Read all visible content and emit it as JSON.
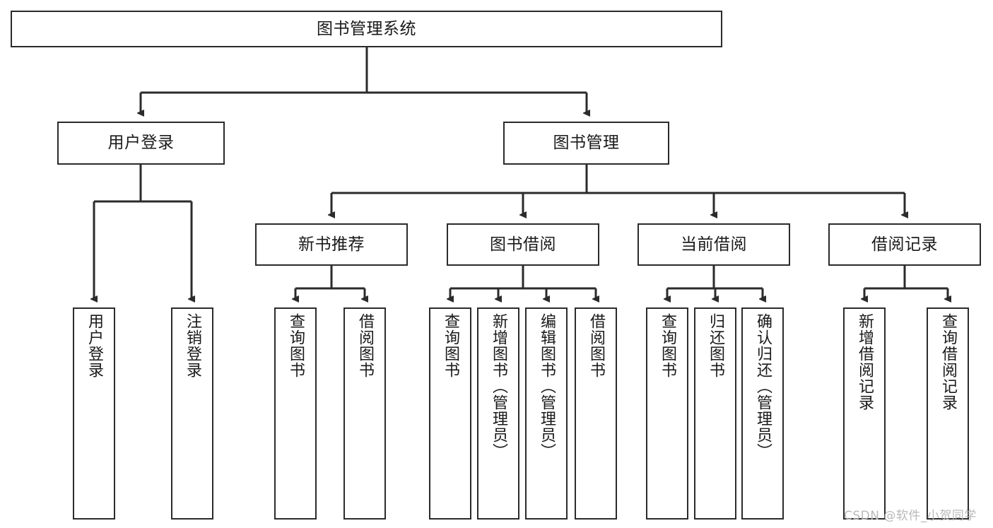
{
  "diagram": {
    "type": "tree-hierarchy-function-decomposition",
    "background_color": "#ffffff",
    "line_color": "#2b2b2b",
    "text_color": "#1a1a1a",
    "root": {
      "label": "图书管理系统"
    },
    "level2": [
      {
        "label": "用户登录"
      },
      {
        "label": "图书管理"
      }
    ],
    "level3": [
      {
        "label": "新书推荐"
      },
      {
        "label": "图书借阅"
      },
      {
        "label": "当前借阅"
      },
      {
        "label": "借阅记录"
      }
    ],
    "leaves": {
      "user_login": [
        {
          "label": "用户登录"
        },
        {
          "label": "注销登录"
        }
      ],
      "new_book_recommend": [
        {
          "label": "查询图书"
        },
        {
          "label": "借阅图书"
        }
      ],
      "book_borrow": [
        {
          "label": "查询图书"
        },
        {
          "label": "新增图书（管理员）"
        },
        {
          "label": "编辑图书（管理员）"
        },
        {
          "label": "借阅图书"
        }
      ],
      "current_borrow": [
        {
          "label": "查询图书"
        },
        {
          "label": "归还图书"
        },
        {
          "label": "确认归还（管理员）"
        }
      ],
      "borrow_record": [
        {
          "label": "新增借阅记录"
        },
        {
          "label": "查询借阅记录"
        }
      ]
    }
  },
  "watermark": {
    "text": "CSDN @软件_小贺同学"
  }
}
